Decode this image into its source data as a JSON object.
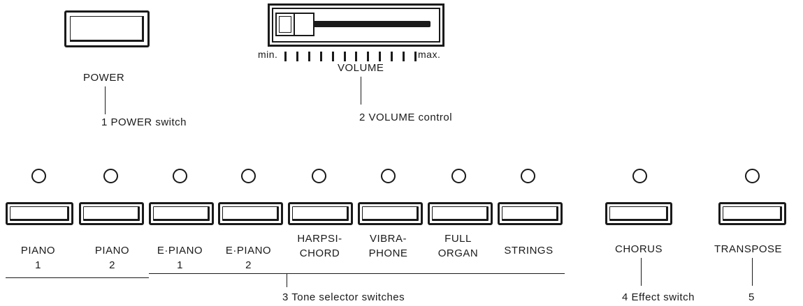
{
  "power": {
    "label": "POWER",
    "callout": "1 POWER switch"
  },
  "volume": {
    "min_label": "min.",
    "max_label": "max.",
    "label": "VOLUME",
    "callout": "2 VOLUME control",
    "scale_tick_count": 12
  },
  "tone_selectors": {
    "callout": "3 Tone selector switches",
    "items": [
      {
        "line1": "PIANO",
        "line2": "1"
      },
      {
        "line1": "PIANO",
        "line2": "2"
      },
      {
        "line1": "E·PIANO",
        "line2": "1"
      },
      {
        "line1": "E·PIANO",
        "line2": "2"
      },
      {
        "line1": "HARPSI-",
        "line2": "CHORD"
      },
      {
        "line1": "VIBRA-",
        "line2": "PHONE"
      },
      {
        "line1": "FULL",
        "line2": "ORGAN"
      },
      {
        "line1": "STRINGS",
        "line2": ""
      }
    ]
  },
  "effect": {
    "label": "CHORUS",
    "callout": "4 Effect switch"
  },
  "transpose": {
    "label": "TRANSPOSE",
    "callout": "5"
  }
}
